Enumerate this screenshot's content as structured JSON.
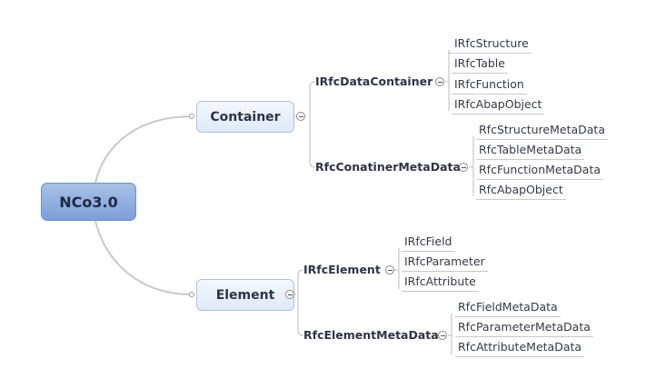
{
  "root": {
    "label": "NCo3.0"
  },
  "branches": [
    {
      "label": "Container",
      "groups": [
        {
          "label": "IRfcDataContainer",
          "items": [
            "IRfcStructure",
            "IRfcTable",
            "IRfcFunction",
            "IRfcAbapObject"
          ]
        },
        {
          "label": "RfcConatinerMetaData",
          "items": [
            "RfcStructureMetaData",
            "RfcTableMetaData",
            "RfcFunctionMetaData",
            "RfcAbapObject"
          ]
        }
      ]
    },
    {
      "label": "Element",
      "groups": [
        {
          "label": "IRfcElement",
          "items": [
            "IRfcField",
            "IRfcParameter",
            "IRfcAttribute"
          ]
        },
        {
          "label": "RfcElementMetaData",
          "items": [
            "RfcFieldMetaData",
            "RfcParameterMetaData",
            "RfcAttributeMetaData"
          ]
        }
      ]
    }
  ]
}
